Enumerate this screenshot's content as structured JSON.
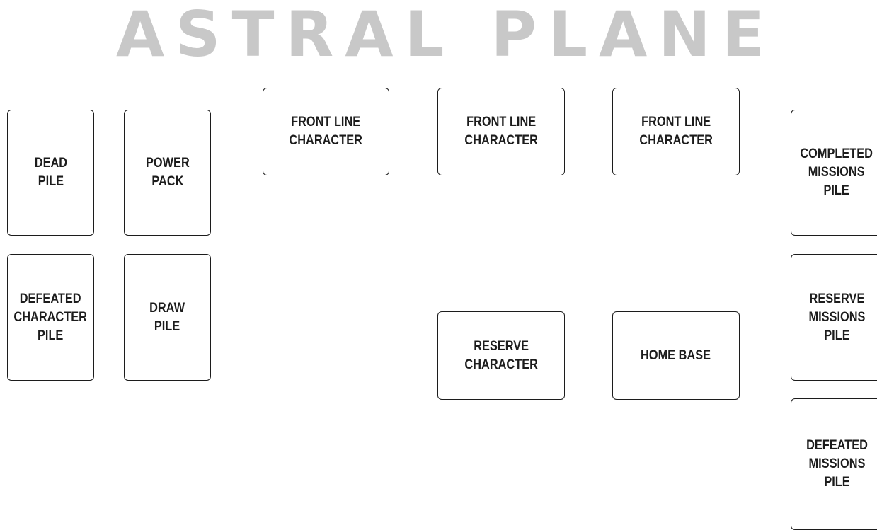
{
  "logo": {
    "word1": "ASTRAL",
    "word2": "PLANE",
    "color": "#c8c8c8"
  },
  "zones": {
    "dead_pile": "DEAD\nPILE",
    "power_pack": "POWER\nPACK",
    "defeated_character_pile": "DEFEATED\nCHARACTER\nPILE",
    "draw_pile": "DRAW\nPILE",
    "front_line_1": "FRONT LINE\nCHARACTER",
    "front_line_2": "FRONT LINE\nCHARACTER",
    "front_line_3": "FRONT LINE\nCHARACTER",
    "reserve_character": "RESERVE\nCHARACTER",
    "home_base": "HOME BASE",
    "completed_missions_pile": "COMPLETED\nMISSIONS\nPILE",
    "reserve_missions_pile": "RESERVE\nMISSIONS\nPILE",
    "defeated_missions_pile": "DEFEATED\nMISSIONS\nPILE"
  },
  "colors": {
    "border": "#1c1c1c",
    "text": "#1c1c1c",
    "background": "#ffffff"
  }
}
